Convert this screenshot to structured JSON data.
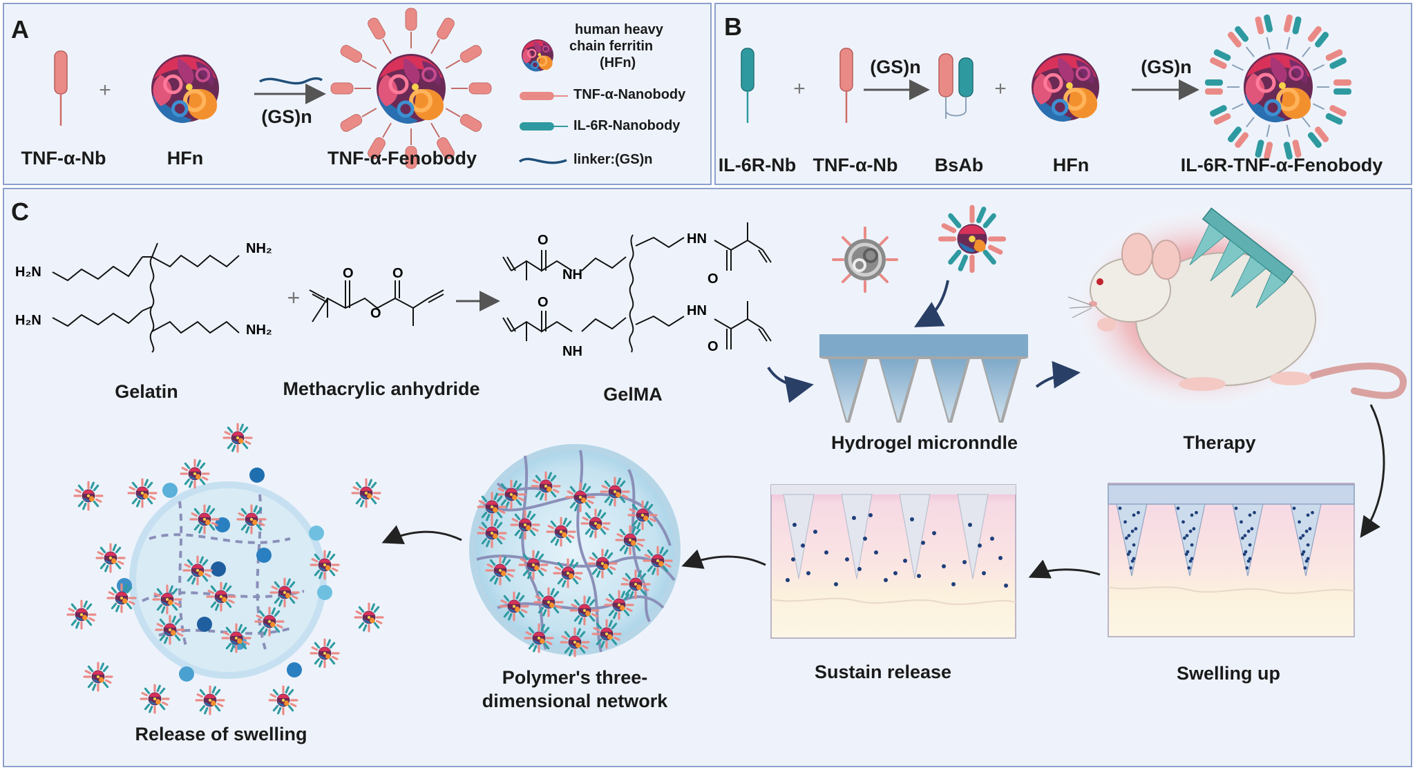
{
  "panels": {
    "a": "A",
    "b": "B",
    "c": "C"
  },
  "panel_a": {
    "nb_label": "TNF-α-Nb",
    "hfn_label": "HFn",
    "linker_label": "(GS)n",
    "fenobody_label": "TNF-α-Fenobody",
    "legend": {
      "hfn": "human heavy\nchain ferritin\n(HFn)",
      "hfn_l1": "human heavy",
      "hfn_l2": "chain ferritin",
      "hfn_l3": "(HFn)",
      "tnf": "TNF-α-Nanobody",
      "il6r": "IL-6R-Nanobody",
      "linker": "linker:(GS)n"
    }
  },
  "panel_b": {
    "il6r_label": "IL-6R-Nb",
    "tnf_label": "TNF-α-Nb",
    "gs1": "(GS)n",
    "bsab_label": "BsAb",
    "hfn_label": "HFn",
    "gs2": "(GS)n",
    "product_label": "IL-6R-TNF-α-Fenobody"
  },
  "panel_c": {
    "gelatin": "Gelatin",
    "anhydride": "Methacrylic anhydride",
    "gelma": "GelMA",
    "microneedle": "Hydrogel micronndle",
    "therapy": "Therapy",
    "swelling_up": "Swelling up",
    "sustain": "Sustain release",
    "network_l1": "Polymer's three-",
    "network_l2": "dimensional network",
    "release": "Release of swelling",
    "chem": {
      "nh2": "NH₂",
      "h2n": "H₂N",
      "nh": "NH",
      "hn": "HN",
      "o": "O"
    }
  },
  "colors": {
    "tnf_nb": "#ea8a86",
    "il6r_nb": "#2e9aa0",
    "linker": "#1f4f7a",
    "panel_bg": "#eef3fb",
    "panel_border": "#8c9fcc",
    "arrow": "#555555"
  }
}
